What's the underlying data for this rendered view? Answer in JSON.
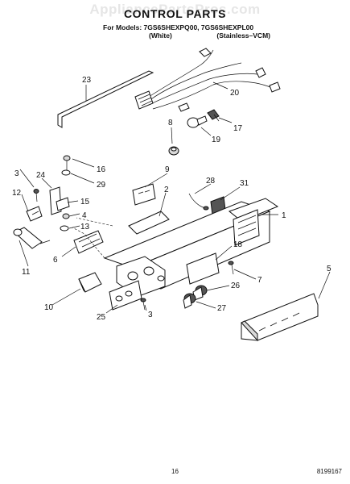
{
  "watermark": "AppliancePartsPros.com",
  "header": {
    "title": "CONTROL PARTS",
    "models_prefix": "For Models:",
    "models": "7GS6SHEXPQ00, 7GS6SHEXPL00",
    "variant_1": "(White)",
    "variant_2": "(Stainless–VCM)"
  },
  "callouts": {
    "c23": "23",
    "c20": "20",
    "c8": "8",
    "c17": "17",
    "c19": "19",
    "c3a": "3",
    "c24": "24",
    "c16": "16",
    "c29": "29",
    "c9": "9",
    "c28": "28",
    "c31": "31",
    "c12": "12",
    "c15": "15",
    "c2": "2",
    "c4": "4",
    "c13": "13",
    "c1": "1",
    "c6": "6",
    "c11": "11",
    "c18": "18",
    "c7": "7",
    "c5": "5",
    "c26": "26",
    "c10": "10",
    "c27": "27",
    "c25": "25",
    "c3b": "3"
  },
  "footer": {
    "page_number": "16",
    "doc_code": "8199167"
  }
}
